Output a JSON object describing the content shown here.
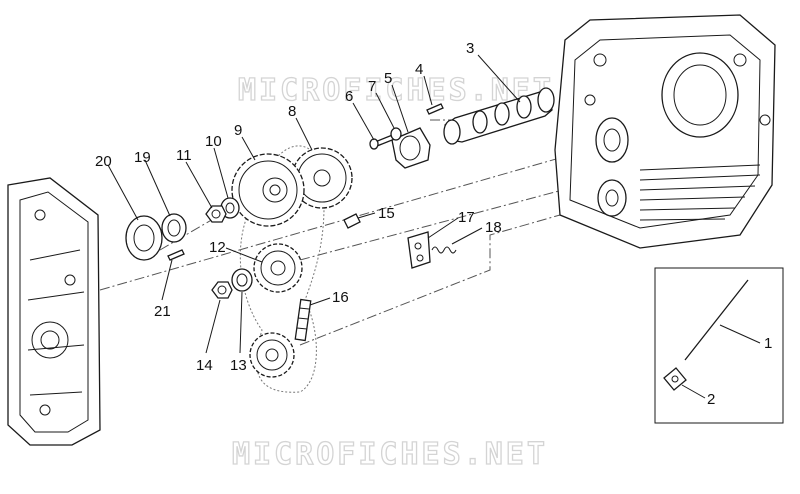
{
  "watermarks": [
    "MICROFICHES.NET",
    "MICROFICHES.NET"
  ],
  "callouts": [
    {
      "id": "1",
      "label": "1"
    },
    {
      "id": "2",
      "label": "2"
    },
    {
      "id": "3",
      "label": "3"
    },
    {
      "id": "4",
      "label": "4"
    },
    {
      "id": "5",
      "label": "5"
    },
    {
      "id": "6",
      "label": "6"
    },
    {
      "id": "7",
      "label": "7"
    },
    {
      "id": "8",
      "label": "8"
    },
    {
      "id": "9",
      "label": "9"
    },
    {
      "id": "10",
      "label": "10"
    },
    {
      "id": "11",
      "label": "11"
    },
    {
      "id": "12",
      "label": "12"
    },
    {
      "id": "13",
      "label": "13"
    },
    {
      "id": "14",
      "label": "14"
    },
    {
      "id": "15",
      "label": "15"
    },
    {
      "id": "16",
      "label": "16"
    },
    {
      "id": "17",
      "label": "17"
    },
    {
      "id": "18",
      "label": "18"
    },
    {
      "id": "19",
      "label": "19"
    },
    {
      "id": "20",
      "label": "20"
    },
    {
      "id": "21",
      "label": "21"
    }
  ]
}
